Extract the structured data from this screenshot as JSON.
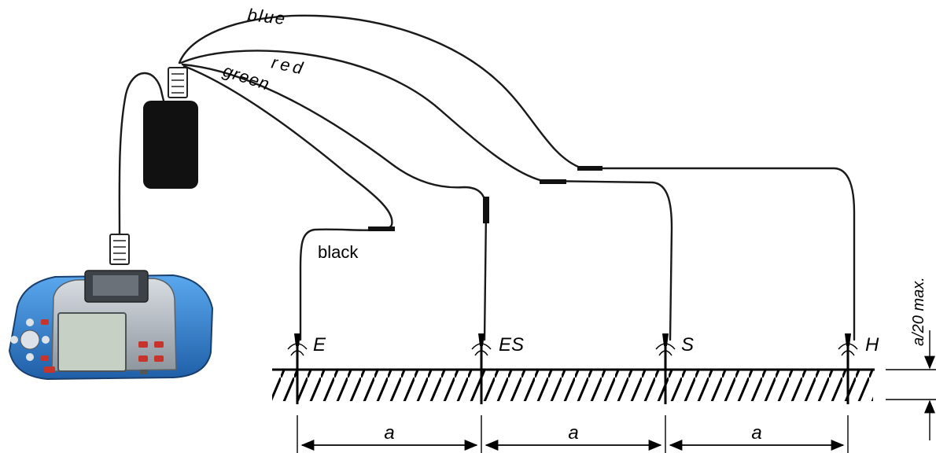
{
  "wire_labels": {
    "blue": "blue",
    "red": "red",
    "green": "green",
    "black": "black"
  },
  "electrodes": [
    {
      "id": "E",
      "label": "E"
    },
    {
      "id": "ES",
      "label": "ES"
    },
    {
      "id": "S",
      "label": "S"
    },
    {
      "id": "H",
      "label": "H"
    }
  ],
  "spacing_labels": [
    "a",
    "a",
    "a"
  ],
  "depth_label": "a/20 max.",
  "colors": {
    "instrument_body": "#2f7fd0",
    "instrument_grey": "#b9c0c8",
    "adapter_box": "#111111",
    "ground_hatch": "#000000",
    "wire": "#1a1a1a"
  }
}
